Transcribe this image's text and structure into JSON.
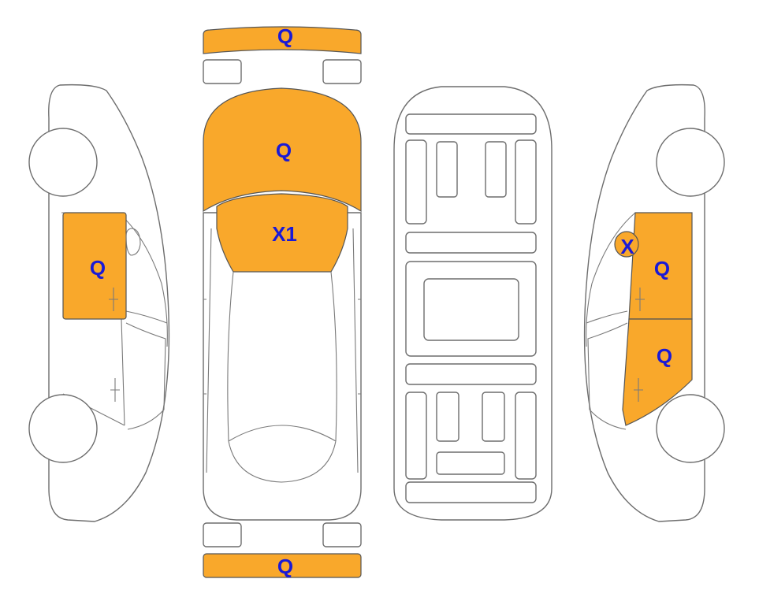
{
  "colors": {
    "damage_fill": "#f9a82b",
    "mark_text": "#1a1ad6",
    "outline": "#6d6d6d"
  },
  "diagram": {
    "views": [
      "left-side",
      "top",
      "underbody",
      "right-side"
    ],
    "marks": {
      "front_bumper": "Q",
      "hood": "Q",
      "windshield": "X1",
      "left_front_door": "Q",
      "right_mirror": "X",
      "right_front_door": "Q",
      "right_rear_door": "Q",
      "rear_bumper": "Q"
    }
  }
}
